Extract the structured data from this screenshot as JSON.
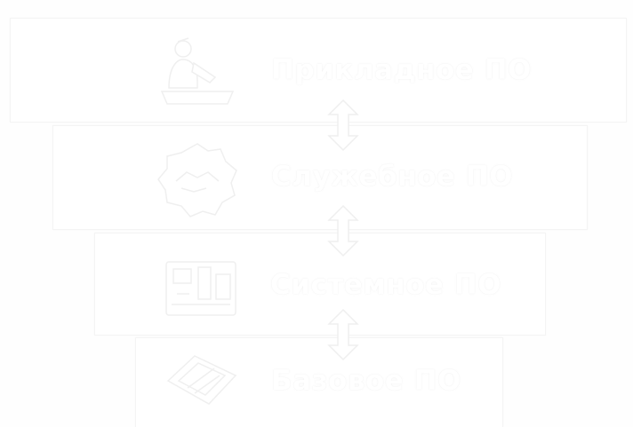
{
  "diagram": {
    "tiers": [
      {
        "label": "Прикладное ПО",
        "icon": "person-laptop-icon"
      },
      {
        "label": "Служебное ПО",
        "icon": "gear-handshake-icon"
      },
      {
        "label": "Системное ПО",
        "icon": "computer-system-icon"
      },
      {
        "label": "Базовое ПО",
        "icon": "hardware-chip-icon"
      }
    ],
    "connectors": [
      {
        "icon": "double-arrow-icon"
      },
      {
        "icon": "double-arrow-icon"
      },
      {
        "icon": "double-arrow-icon"
      }
    ],
    "colors": {
      "background": "#fefefe",
      "panel": "#ffffff",
      "border": "#f4f4f4",
      "text": "#ffffff"
    }
  }
}
